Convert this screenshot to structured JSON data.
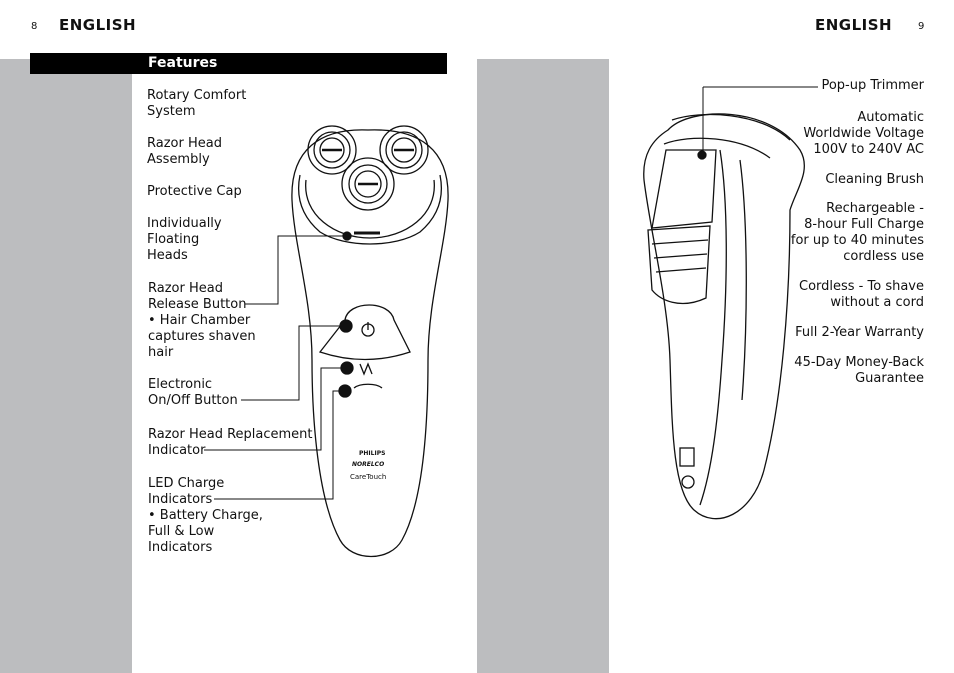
{
  "left_page": {
    "page_number": "8",
    "header": "ENGLISH",
    "section_title": "Features",
    "labels": [
      "Rotary Comfort\nSystem",
      "Razor Head\nAssembly",
      "Protective Cap",
      "Individually\nFloating\nHeads",
      "Razor Head\nRelease Button\n• Hair Chamber\n   captures shaven\n   hair",
      "Electronic\nOn/Off Button",
      "Razor Head Replacement\nIndicator",
      "LED Charge\nIndicators\n•  Battery Charge,\n    Full & Low\n    Indicators"
    ],
    "product_brand": "PHILIPS",
    "product_brand2": "NORELCO",
    "product_model": "CareTouch"
  },
  "right_page": {
    "page_number": "9",
    "header": "ENGLISH",
    "labels": [
      "Pop-up Trimmer",
      "Automatic\nWorldwide Voltage\n100V to 240V AC",
      "Cleaning Brush",
      "Rechargeable -\n8-hour Full Charge\nfor up to 40 minutes\ncordless use",
      "Cordless - To shave\nwithout a cord",
      "Full 2-Year Warranty",
      "45-Day Money-Back\nGuarantee"
    ]
  },
  "colors": {
    "gray_band": "#bcbdbf",
    "title_bar": "#000000"
  }
}
